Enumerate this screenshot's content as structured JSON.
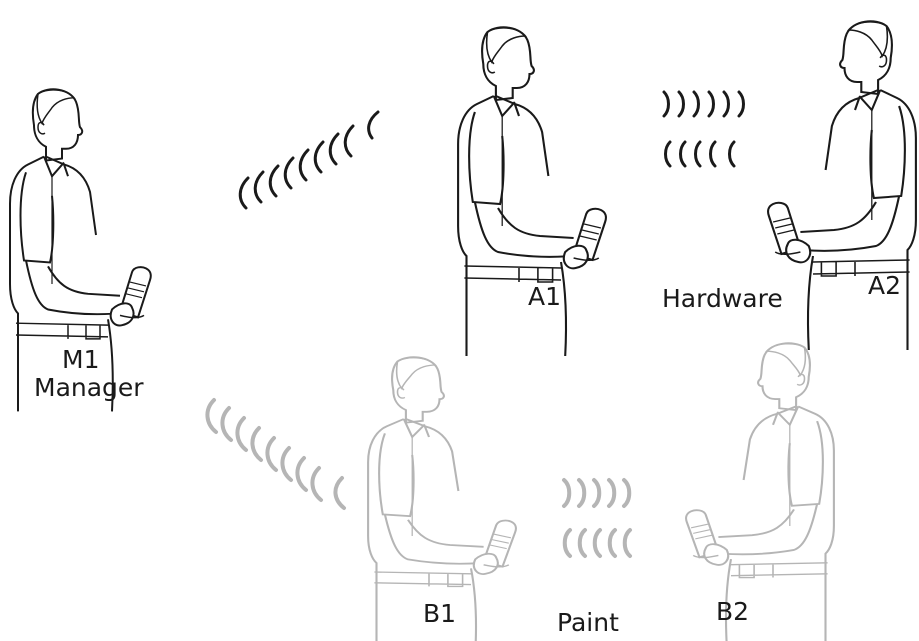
{
  "labels": {
    "m1": "M1",
    "manager": "Manager",
    "a1": "A1",
    "a2": "A2",
    "hardware": "Hardware",
    "b1": "B1",
    "b2": "B2",
    "paint": "Paint"
  },
  "wave_glyphs": {
    "open": "(",
    "close": ")"
  },
  "colors": {
    "ink": "#1a1a1a",
    "faded_ink": "#b5b5b5",
    "background": "#ffffff"
  }
}
